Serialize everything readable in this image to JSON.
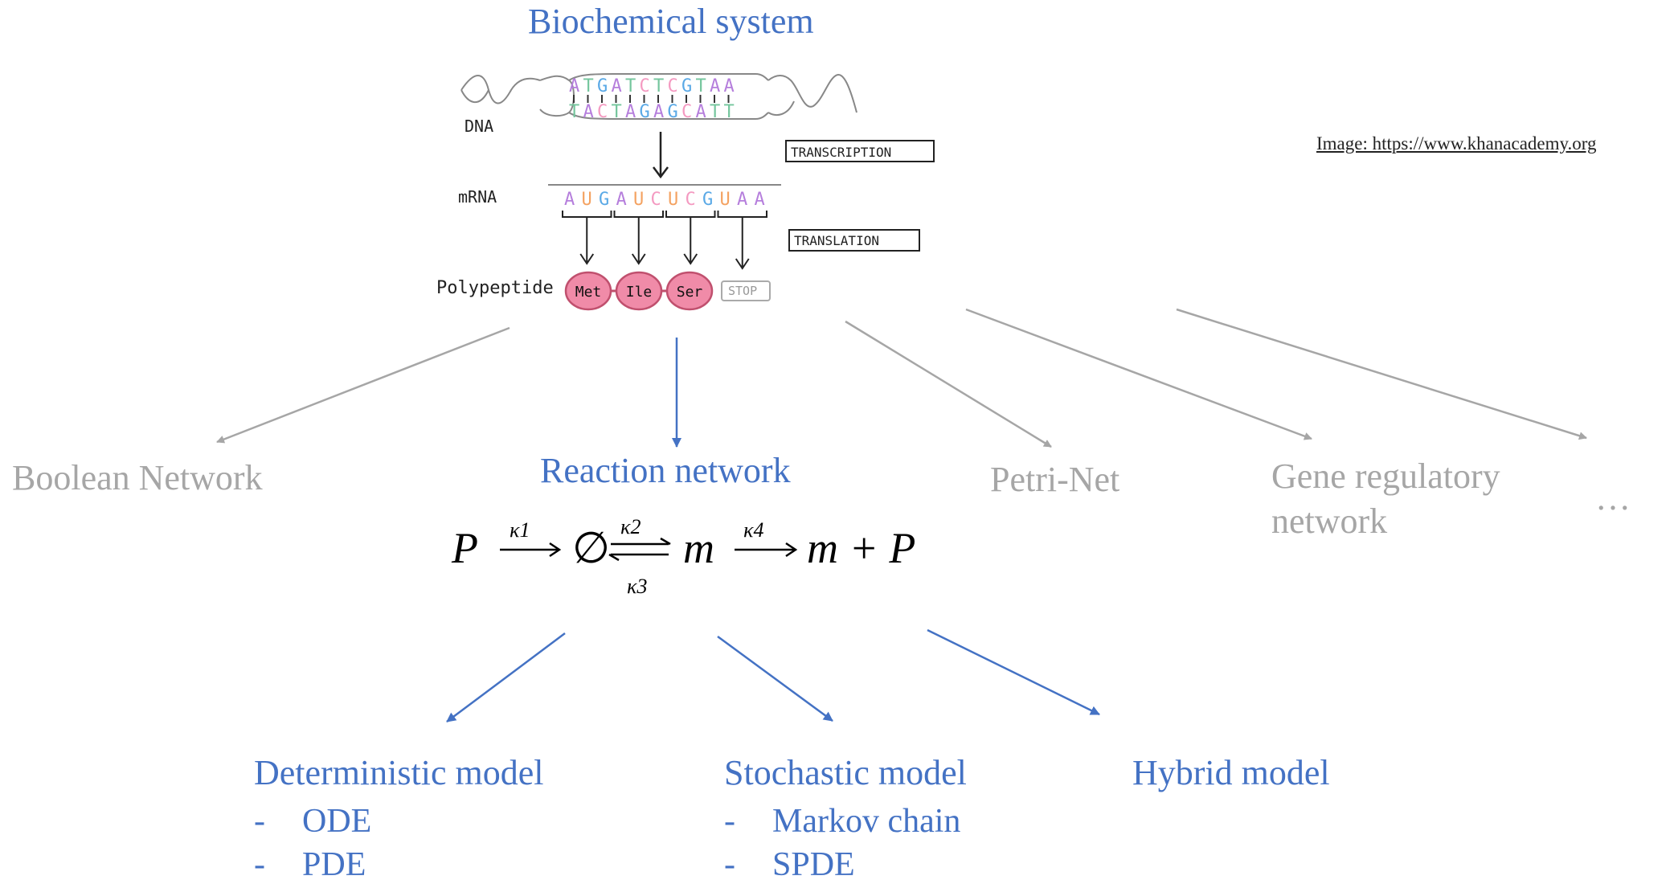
{
  "title": "Biochemical system",
  "image_credit": "Image: https://www.khanacademy.org",
  "figure": {
    "dna_label": "DNA",
    "dna_top_strand": [
      "A",
      "T",
      "G",
      "A",
      "T",
      "C",
      "T",
      "C",
      "G",
      "T",
      "A",
      "A"
    ],
    "dna_bottom_strand": [
      "T",
      "A",
      "C",
      "T",
      "A",
      "G",
      "A",
      "G",
      "C",
      "A",
      "T",
      "T"
    ],
    "mrna_label": "mRNA",
    "mrna_bases": [
      "A",
      "U",
      "G",
      "A",
      "U",
      "C",
      "U",
      "C",
      "G",
      "U",
      "A",
      "A"
    ],
    "transcription_label": "TRANSCRIPTION",
    "translation_label": "TRANSLATION",
    "polypeptide_label": "Polypeptide",
    "amino_acids": [
      "Met",
      "Ile",
      "Ser"
    ],
    "stop_label": "STOP",
    "base_colors": {
      "A": "#b57edc",
      "T": "#74c69d",
      "G": "#5aa9e6",
      "C": "#f49ac1",
      "U": "#f4a261"
    }
  },
  "representations": {
    "boolean": "Boolean Network",
    "reaction": "Reaction network",
    "petri": "Petri-Net",
    "gene_line1": "Gene regulatory",
    "gene_line2": "network",
    "ellipsis": "…"
  },
  "equation": {
    "P": "P",
    "k1": "κ1",
    "empty": "∅",
    "k2": "κ2",
    "k3": "κ3",
    "m": "m",
    "k4": "κ4",
    "product": "m + P"
  },
  "models": {
    "deterministic": {
      "title": "Deterministic model",
      "items": [
        "ODE",
        "PDE"
      ]
    },
    "stochastic": {
      "title": "Stochastic model",
      "items": [
        "Markov chain",
        "SPDE"
      ]
    },
    "hybrid": {
      "title": "Hybrid model"
    }
  },
  "colors": {
    "accent": "#4472c4",
    "muted": "#a6a6a6",
    "protein": "#f08ba8",
    "protein_stroke": "#c0506e"
  }
}
